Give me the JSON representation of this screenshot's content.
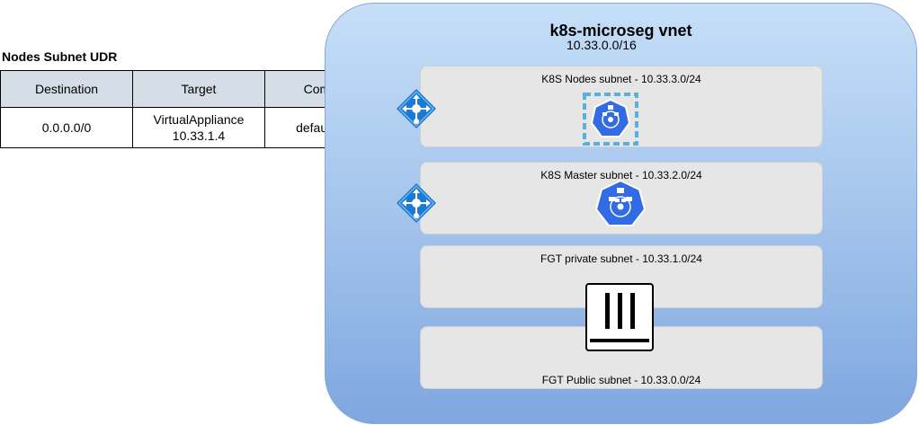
{
  "udr": {
    "title": "Nodes Subnet UDR",
    "headers": [
      "Destination",
      "Target",
      "Comment"
    ],
    "rows": [
      {
        "destination": "0.0.0.0/0",
        "target_line1": "VirtualAppliance",
        "target_line2": "10.33.1.4",
        "comment": "default route"
      }
    ]
  },
  "vnet": {
    "name": "k8s-microseg vnet",
    "cidr": "10.33.0.0/16",
    "subnets": [
      {
        "label": "K8S Nodes subnet - 10.33.3.0/24"
      },
      {
        "label": "K8S Master subnet - 10.33.2.0/24"
      },
      {
        "label": "FGT private subnet - 10.33.1.0/24"
      },
      {
        "label": "FGT Public subnet - 10.33.0.0/24"
      }
    ]
  },
  "icons": {
    "router": "azure-route-table-icon",
    "kubernetes": "kubernetes-icon",
    "firewall": "fortigate-firewall-icon"
  },
  "colors": {
    "router_blue": "#1a7bd4",
    "k8s_blue": "#326ce5",
    "vnet_top": "#c6dff8",
    "vnet_bottom": "#7ea7e0",
    "subnet_fill": "#e6e6e6"
  }
}
